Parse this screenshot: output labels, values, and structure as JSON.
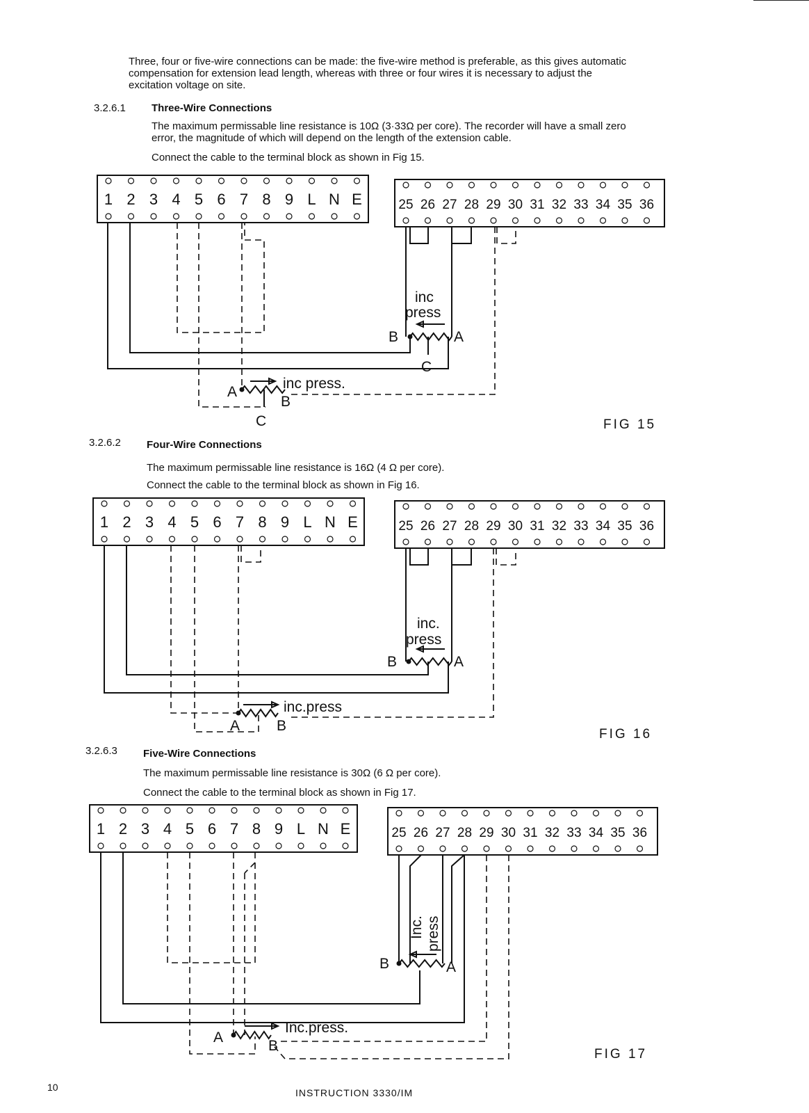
{
  "intro": {
    "line1": "Three, four or five-wire connections can be made: the five-wire method is preferable, as this gives automatic",
    "line2": "compensation for extension lead length, whereas with three or four wires it is necessary to adjust the",
    "line3": "excitation voltage on site."
  },
  "sections": [
    {
      "number": "3.2.6.1",
      "title": "Three-Wire Connections",
      "line1": "The maximum permissable line resistance is 10Ω (3·33Ω per core). The recorder will have a small zero",
      "line2": "error, the magnitude of which will depend on the length of the extension cable.",
      "line3": "Connect the cable to the terminal block as shown in Fig 15."
    },
    {
      "number": "3.2.6.2",
      "title": "Four-Wire Connections",
      "line1": "The maximum permissable line resistance is 16Ω (4 Ω per core).",
      "line2": "Connect the cable to the terminal block as shown in Fig 16."
    },
    {
      "number": "3.2.6.3",
      "title": "Five-Wire Connections",
      "line1": "The maximum permissable line resistance is 30Ω (6 Ω per core).",
      "line2": "Connect the cable to the terminal block as shown in Fig 17."
    }
  ],
  "terminals_left": [
    "1",
    "2",
    "3",
    "4",
    "5",
    "6",
    "7",
    "8",
    "9",
    "L",
    "N",
    "E"
  ],
  "terminals_right": [
    "25",
    "26",
    "27",
    "28",
    "29",
    "30",
    "31",
    "32",
    "33",
    "34",
    "35",
    "36"
  ],
  "annotations": {
    "inc": "inc",
    "press": "press",
    "inc_press": "inc press.",
    "inc_dot": "inc.",
    "inc_press_joined": "inc.press",
    "inc_cap": "Inc.",
    "inc_press_cap": "Inc.press.",
    "a": "A",
    "b": "B",
    "c": "C"
  },
  "figures": [
    "FIG 15",
    "FIG 16",
    "FIG 17"
  ],
  "page_number": "10",
  "footer": "INSTRUCTION 3330/IM"
}
